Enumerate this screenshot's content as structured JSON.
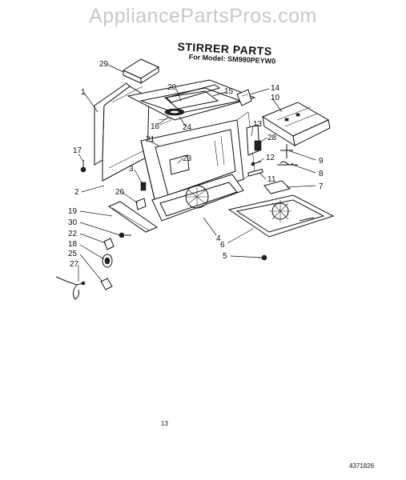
{
  "watermark": "AppliancePartsPros.com",
  "title": "STIRRER PARTS",
  "subtitle": "For Model: SM980PEYW0",
  "page_number": "13",
  "document_number": "4371826",
  "callouts": [
    "29",
    "1",
    "20",
    "15",
    "14",
    "10",
    "16",
    "24",
    "13",
    "21",
    "28",
    "17",
    "12",
    "9",
    "3",
    "23",
    "8",
    "2",
    "11",
    "7",
    "26",
    "19",
    "30",
    "4",
    "22",
    "6",
    "18",
    "5",
    "25",
    "27"
  ]
}
